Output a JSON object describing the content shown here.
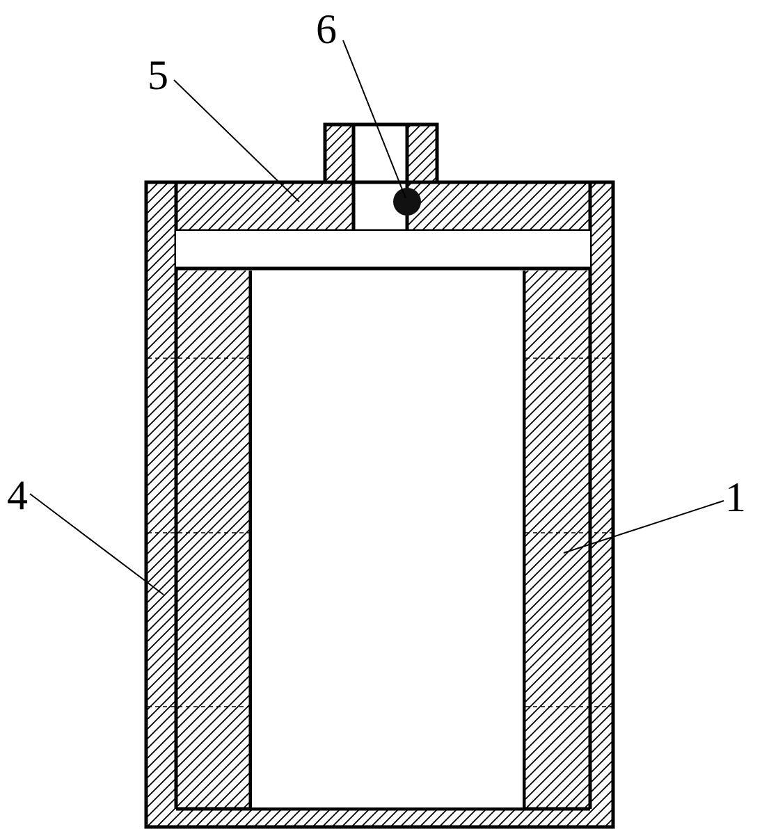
{
  "figure": {
    "labels": {
      "label_1": "1",
      "label_4": "4",
      "label_5": "5",
      "label_6": "6"
    },
    "colors": {
      "line": "#000000",
      "background": "#ffffff",
      "ball": "#111111"
    }
  }
}
